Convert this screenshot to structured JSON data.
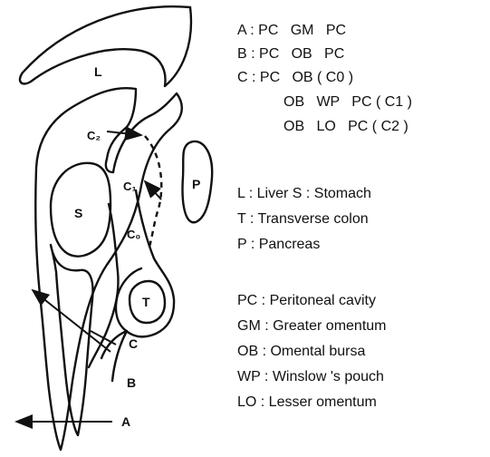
{
  "diagram": {
    "labels": {
      "liver": "L",
      "stomach": "S",
      "pancreas": "P",
      "colon": "T",
      "c0": "C₀",
      "c1": "C₁",
      "c2": "C₂",
      "a": "A",
      "b": "B",
      "c": "C"
    }
  },
  "routes": [
    {
      "key": "A :",
      "path": "PC   GM   PC"
    },
    {
      "key": "B :",
      "path": "PC   OB   PC"
    },
    {
      "key": "C :",
      "path": "PC   OB ( C0 )"
    },
    {
      "key": "",
      "path": "OB   WP   PC ( C1 )"
    },
    {
      "key": "",
      "path": "OB   LO   PC ( C2 )"
    }
  ],
  "organs": [
    {
      "text": "L : Liver S : Stomach"
    },
    {
      "text": "T : Transverse colon"
    },
    {
      "text": "P : Pancreas"
    }
  ],
  "abbreviations": [
    {
      "text": "PC : Peritoneal cavity"
    },
    {
      "text": "GM : Greater omentum"
    },
    {
      "text": "OB : Omental bursa"
    },
    {
      "text": "WP : Winslow 's pouch"
    },
    {
      "text": "LO : Lesser omentum"
    }
  ]
}
